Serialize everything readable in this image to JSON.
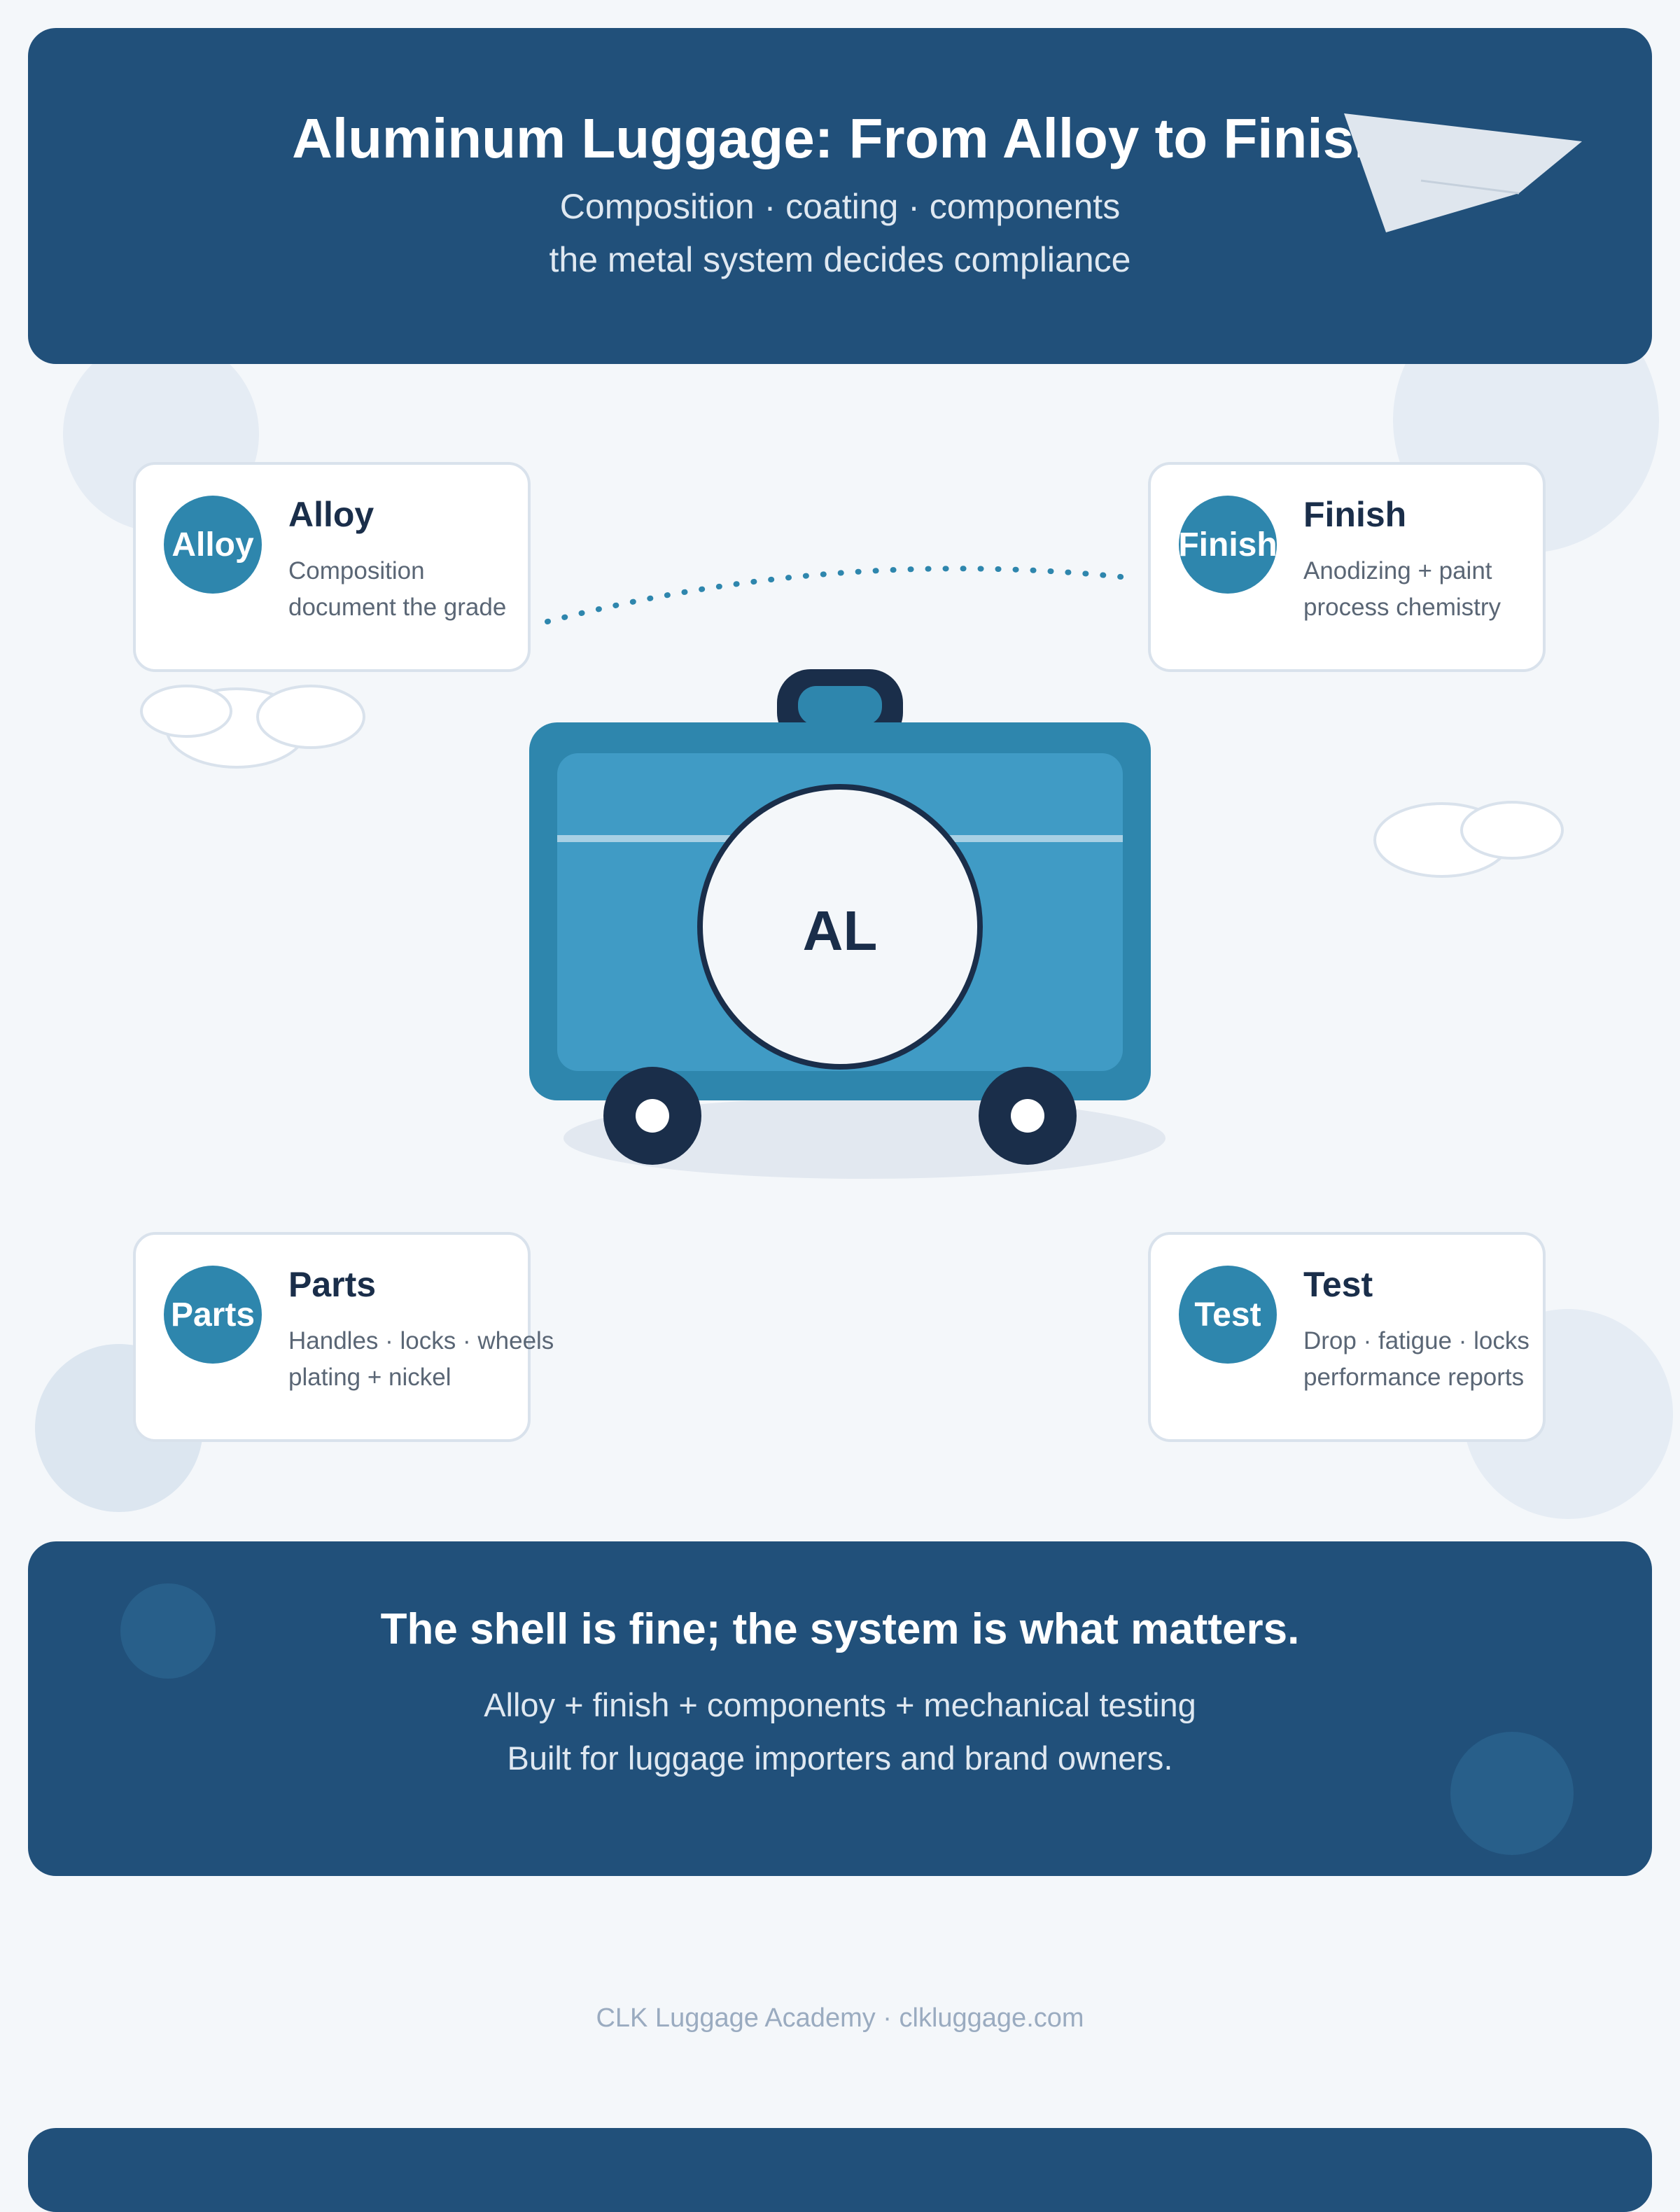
{
  "header": {
    "title": "Aluminum Luggage: From Alloy to Finish",
    "subtitle_line1": "Composition · coating · components",
    "subtitle_line2": "the metal system decides compliance"
  },
  "cards": {
    "alloy": {
      "badge": "Alloy",
      "title": "Alloy",
      "line1": "Composition",
      "line2": "document the grade"
    },
    "finish": {
      "badge": "Finish",
      "title": "Finish",
      "line1": "Anodizing + paint",
      "line2": "process chemistry"
    },
    "parts": {
      "badge": "Parts",
      "title": "Parts",
      "line1": "Handles · locks · wheels",
      "line2": "plating + nickel"
    },
    "test": {
      "badge": "Test",
      "title": "Test",
      "line1": "Drop · fatigue · locks",
      "line2": "performance reports"
    }
  },
  "suitcase": {
    "emblem": "AL"
  },
  "summary": {
    "title": "The shell is fine; the system is what matters.",
    "line1": "Alloy + finish + components + mechanical testing",
    "line2": "Built for luggage importers and brand owners."
  },
  "footer": {
    "text": "CLK Luggage Academy · clkluggage.com"
  },
  "colors": {
    "navy": "#21507a",
    "teal": "#2e86ad",
    "suitcase_body": "#409bc5",
    "dark": "#1a2e4a",
    "background": "#f4f7fa"
  },
  "icons": {
    "plane": "paper-plane-icon",
    "suitcase": "suitcase-icon"
  }
}
